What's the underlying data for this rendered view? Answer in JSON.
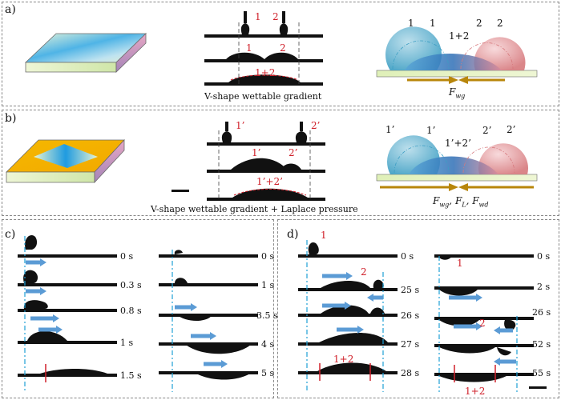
{
  "panels": {
    "a": {
      "label": "a)",
      "caption": "V-shape wettable gradient",
      "drops_top": [
        "1",
        "2"
      ],
      "drops_mid": [
        "1",
        "2"
      ],
      "merged": "1+2",
      "schematic_labels": [
        "1",
        "1",
        "1+2",
        "2",
        "2"
      ],
      "force": "F",
      "force_sub": "wg"
    },
    "b": {
      "label": "b)",
      "caption": "V-shape wettable gradient + Laplace pressure",
      "drops_top": [
        "1’",
        "2’"
      ],
      "drops_mid": [
        "1’",
        "2’"
      ],
      "merged": "1’+2’",
      "schematic_labels": [
        "1’",
        "1’",
        "1’+2’",
        "2’",
        "2’"
      ],
      "force_parts": [
        {
          "main": "F",
          "sub": "wg"
        },
        {
          "main": "F",
          "sub": "L"
        },
        {
          "main": "F",
          "sub": "wd"
        }
      ]
    },
    "c": {
      "label": "c)",
      "left_times": [
        "0 s",
        "0.3 s",
        "0.8 s",
        "1 s",
        "1.5 s"
      ],
      "right_times": [
        "0 s",
        "1 s",
        "3.5 s",
        "4 s",
        "5 s"
      ]
    },
    "d": {
      "label": "d)",
      "left_times": [
        "0 s",
        "25 s",
        "26 s",
        "27 s",
        "28 s"
      ],
      "right_times": [
        "0 s",
        "2 s",
        "26 s",
        "52 s",
        "55 s"
      ],
      "left_labels": [
        "1",
        "2",
        "1+2"
      ],
      "right_labels": [
        "1",
        "2",
        "1+2"
      ]
    }
  },
  "colors": {
    "red": "#d0202a",
    "arrow_blue": "#5b9bd5",
    "force_gold": "#b8860b",
    "dash_cyan": "#1ea0d6"
  }
}
